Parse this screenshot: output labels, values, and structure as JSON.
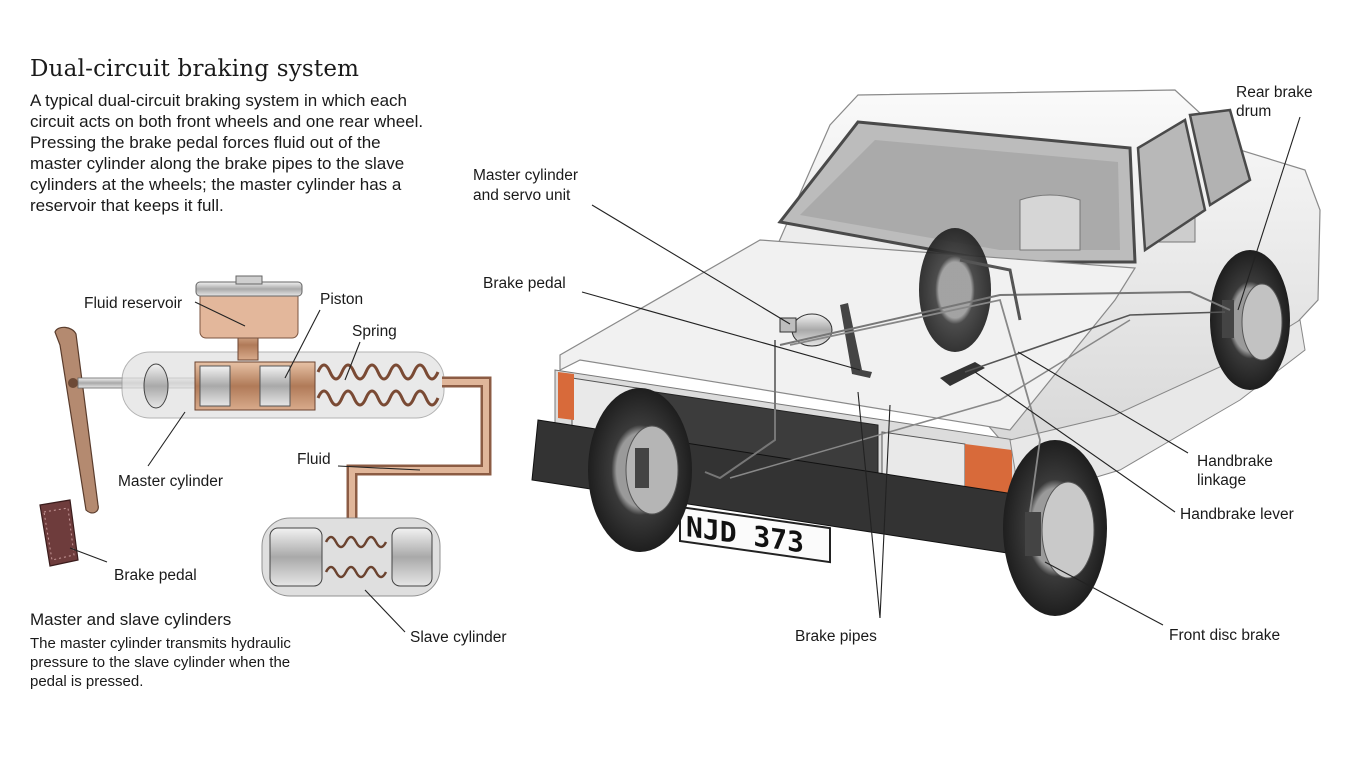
{
  "title": "Dual-circuit braking system",
  "intro": "A typical dual-circuit braking system in which each circuit acts on both front wheels and one rear wheel. Pressing the brake pedal forces fluid out of the master cylinder along the brake pipes to the slave cylinders at the wheels; the master cylinder has a reservoir that keeps it full.",
  "cylinders": {
    "heading": "Master and slave cylinders",
    "text": "The master cylinder transmits hydraulic pressure to the slave cylinder when the pedal is pressed.",
    "labels": {
      "fluid_reservoir": "Fluid reservoir",
      "piston": "Piston",
      "spring": "Spring",
      "master_cylinder": "Master cylinder",
      "fluid": "Fluid",
      "brake_pedal": "Brake pedal",
      "slave_cylinder": "Slave cylinder"
    }
  },
  "car": {
    "plate": "NJD 373",
    "labels": {
      "master_servo_1": "Master cylinder",
      "master_servo_2": "and servo unit",
      "brake_pedal": "Brake pedal",
      "rear_drum_1": "Rear brake",
      "rear_drum_2": "drum",
      "handbrake_linkage_1": "Handbrake",
      "handbrake_linkage_2": "linkage",
      "handbrake_lever": "Handbrake lever",
      "front_disc": "Front disc brake",
      "brake_pipes": "Brake pipes"
    }
  }
}
